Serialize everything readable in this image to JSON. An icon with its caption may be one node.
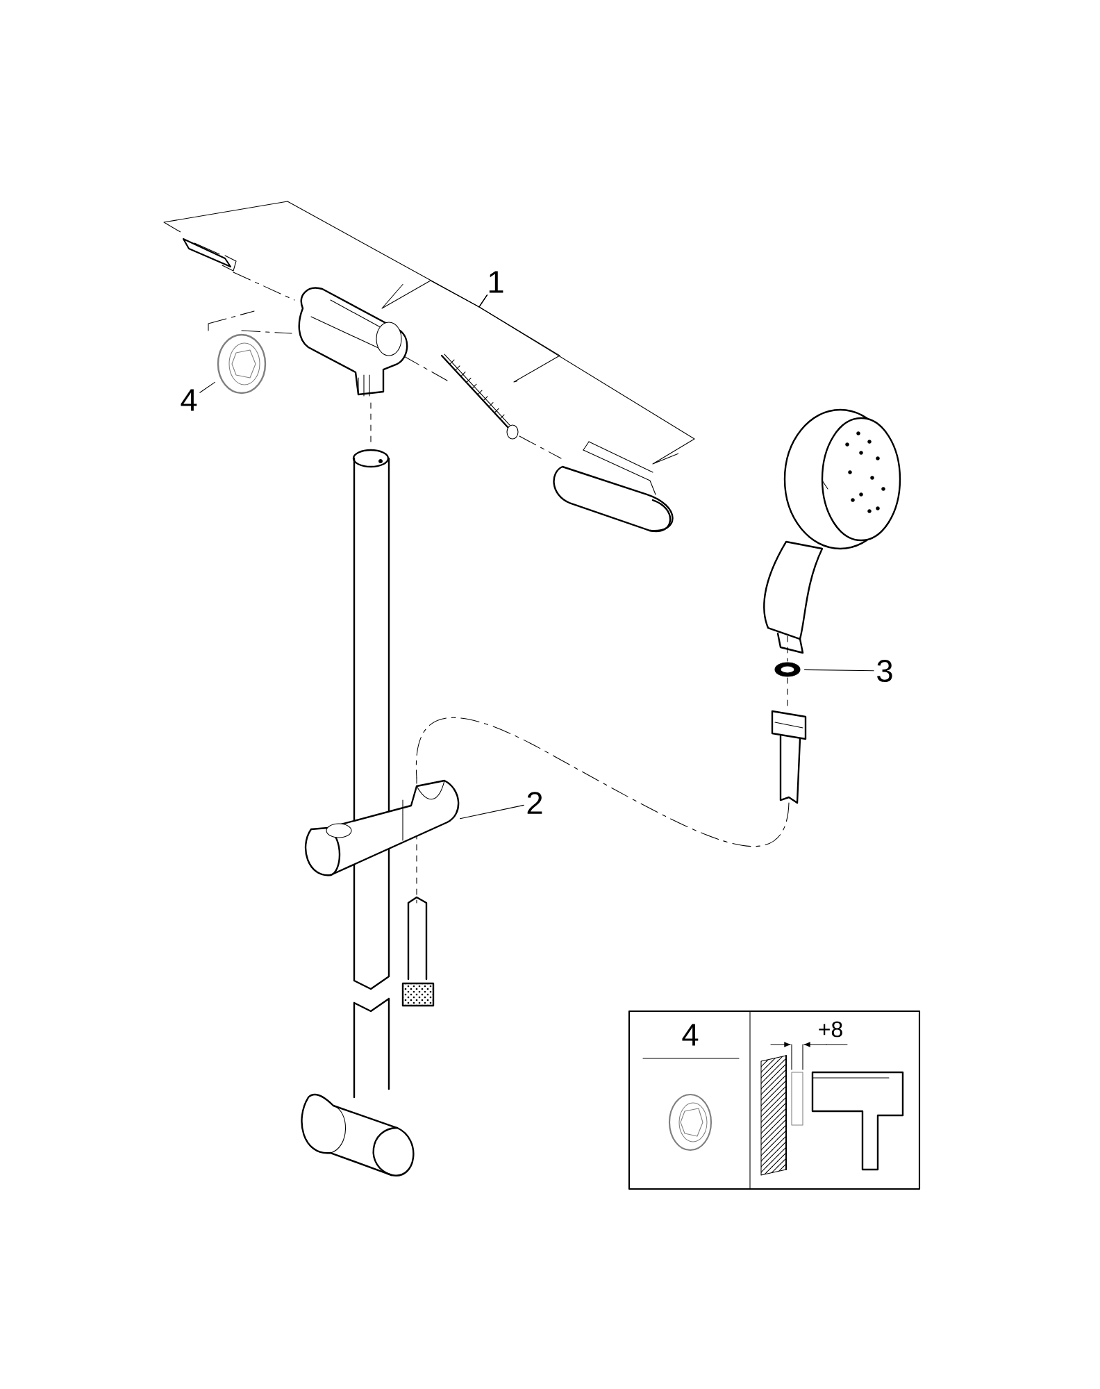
{
  "diagram": {
    "nodes": [
      {
        "text": [
          "1"
        ]
      },
      {
        "text": [],
        "shape": "picture"
      },
      {
        "text": [],
        "shape": "picture"
      },
      {
        "text": [],
        "shape": "picture"
      },
      {
        "text": [],
        "shape": "picture"
      },
      {
        "text": [
          "4"
        ]
      },
      {
        "text": [],
        "shape": "picture"
      },
      {
        "text": [
          "2"
        ]
      },
      {
        "text": [],
        "shape": "picture"
      },
      {
        "text": [
          "3"
        ]
      },
      {
        "text": [],
        "shape": "picture"
      }
    ],
    "edges": [
      {
        "from": 0,
        "to": 1,
        "arrow": "none"
      },
      {
        "from": 0,
        "to": 2,
        "arrow": "none"
      },
      {
        "from": 0,
        "to": 3,
        "arrow": "none"
      },
      {
        "from": 0,
        "to": 4,
        "arrow": "none"
      },
      {
        "from": 5,
        "to": 6,
        "arrow": "none"
      },
      {
        "from": 7,
        "to": 8,
        "arrow": "none"
      },
      {
        "from": 9,
        "to": 10,
        "arrow": "none"
      }
    ],
    "labels": [
      "4",
      "+8"
    ]
  }
}
